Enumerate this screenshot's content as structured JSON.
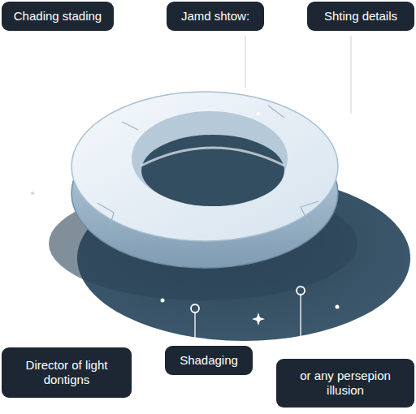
{
  "diagram": {
    "nodes": [
      {
        "text": [
          "Chading stading"
        ]
      },
      {
        "text": [
          "Jamd shtow:"
        ]
      },
      {
        "text": [
          "Shting details"
        ]
      },
      {
        "text": [
          "Director of light dontigns"
        ]
      },
      {
        "text": [
          "Shadaging"
        ]
      },
      {
        "text": [
          "or any persepion illusion"
        ]
      }
    ]
  }
}
